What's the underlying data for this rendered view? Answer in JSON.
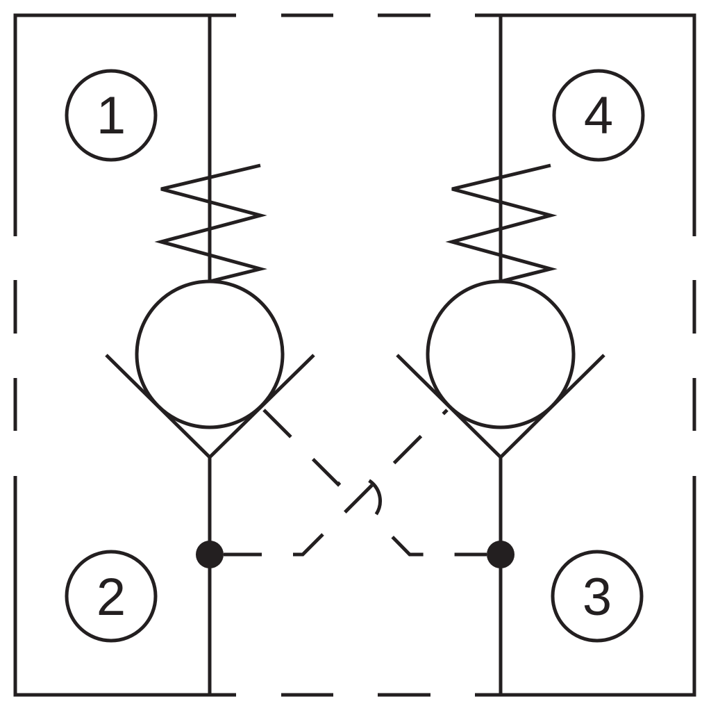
{
  "diagram": {
    "type": "hydraulic-schematic",
    "description_kind": "dual pilot-operated check valve",
    "line_color": "#231f20",
    "background_color": "#ffffff",
    "ports": [
      {
        "id": "port-1",
        "label": "1"
      },
      {
        "id": "port-2",
        "label": "2"
      },
      {
        "id": "port-3",
        "label": "3"
      },
      {
        "id": "port-4",
        "label": "4"
      }
    ]
  }
}
